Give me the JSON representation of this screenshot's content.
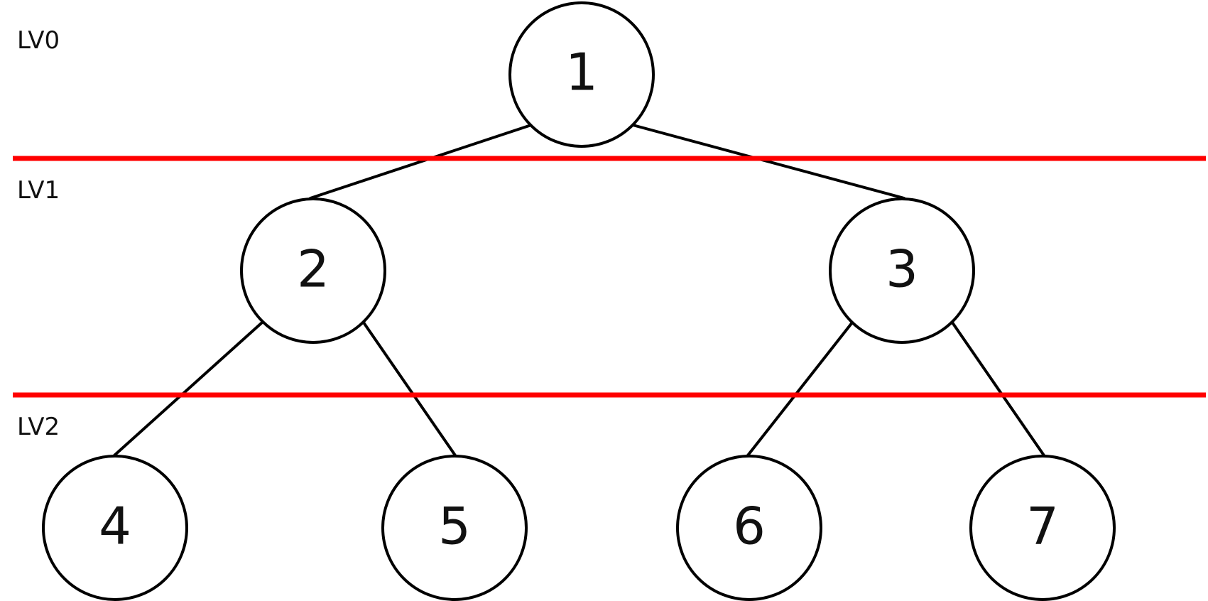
{
  "levels": {
    "lv0": "LV0",
    "lv1": "LV1",
    "lv2": "LV2"
  },
  "nodes": {
    "n1": "1",
    "n2": "2",
    "n3": "3",
    "n4": "4",
    "n5": "5",
    "n6": "6",
    "n7": "7"
  },
  "colors": {
    "level_divider": "#ff0000",
    "node_stroke": "#000000",
    "edge": "#000000",
    "background": "#ffffff"
  }
}
